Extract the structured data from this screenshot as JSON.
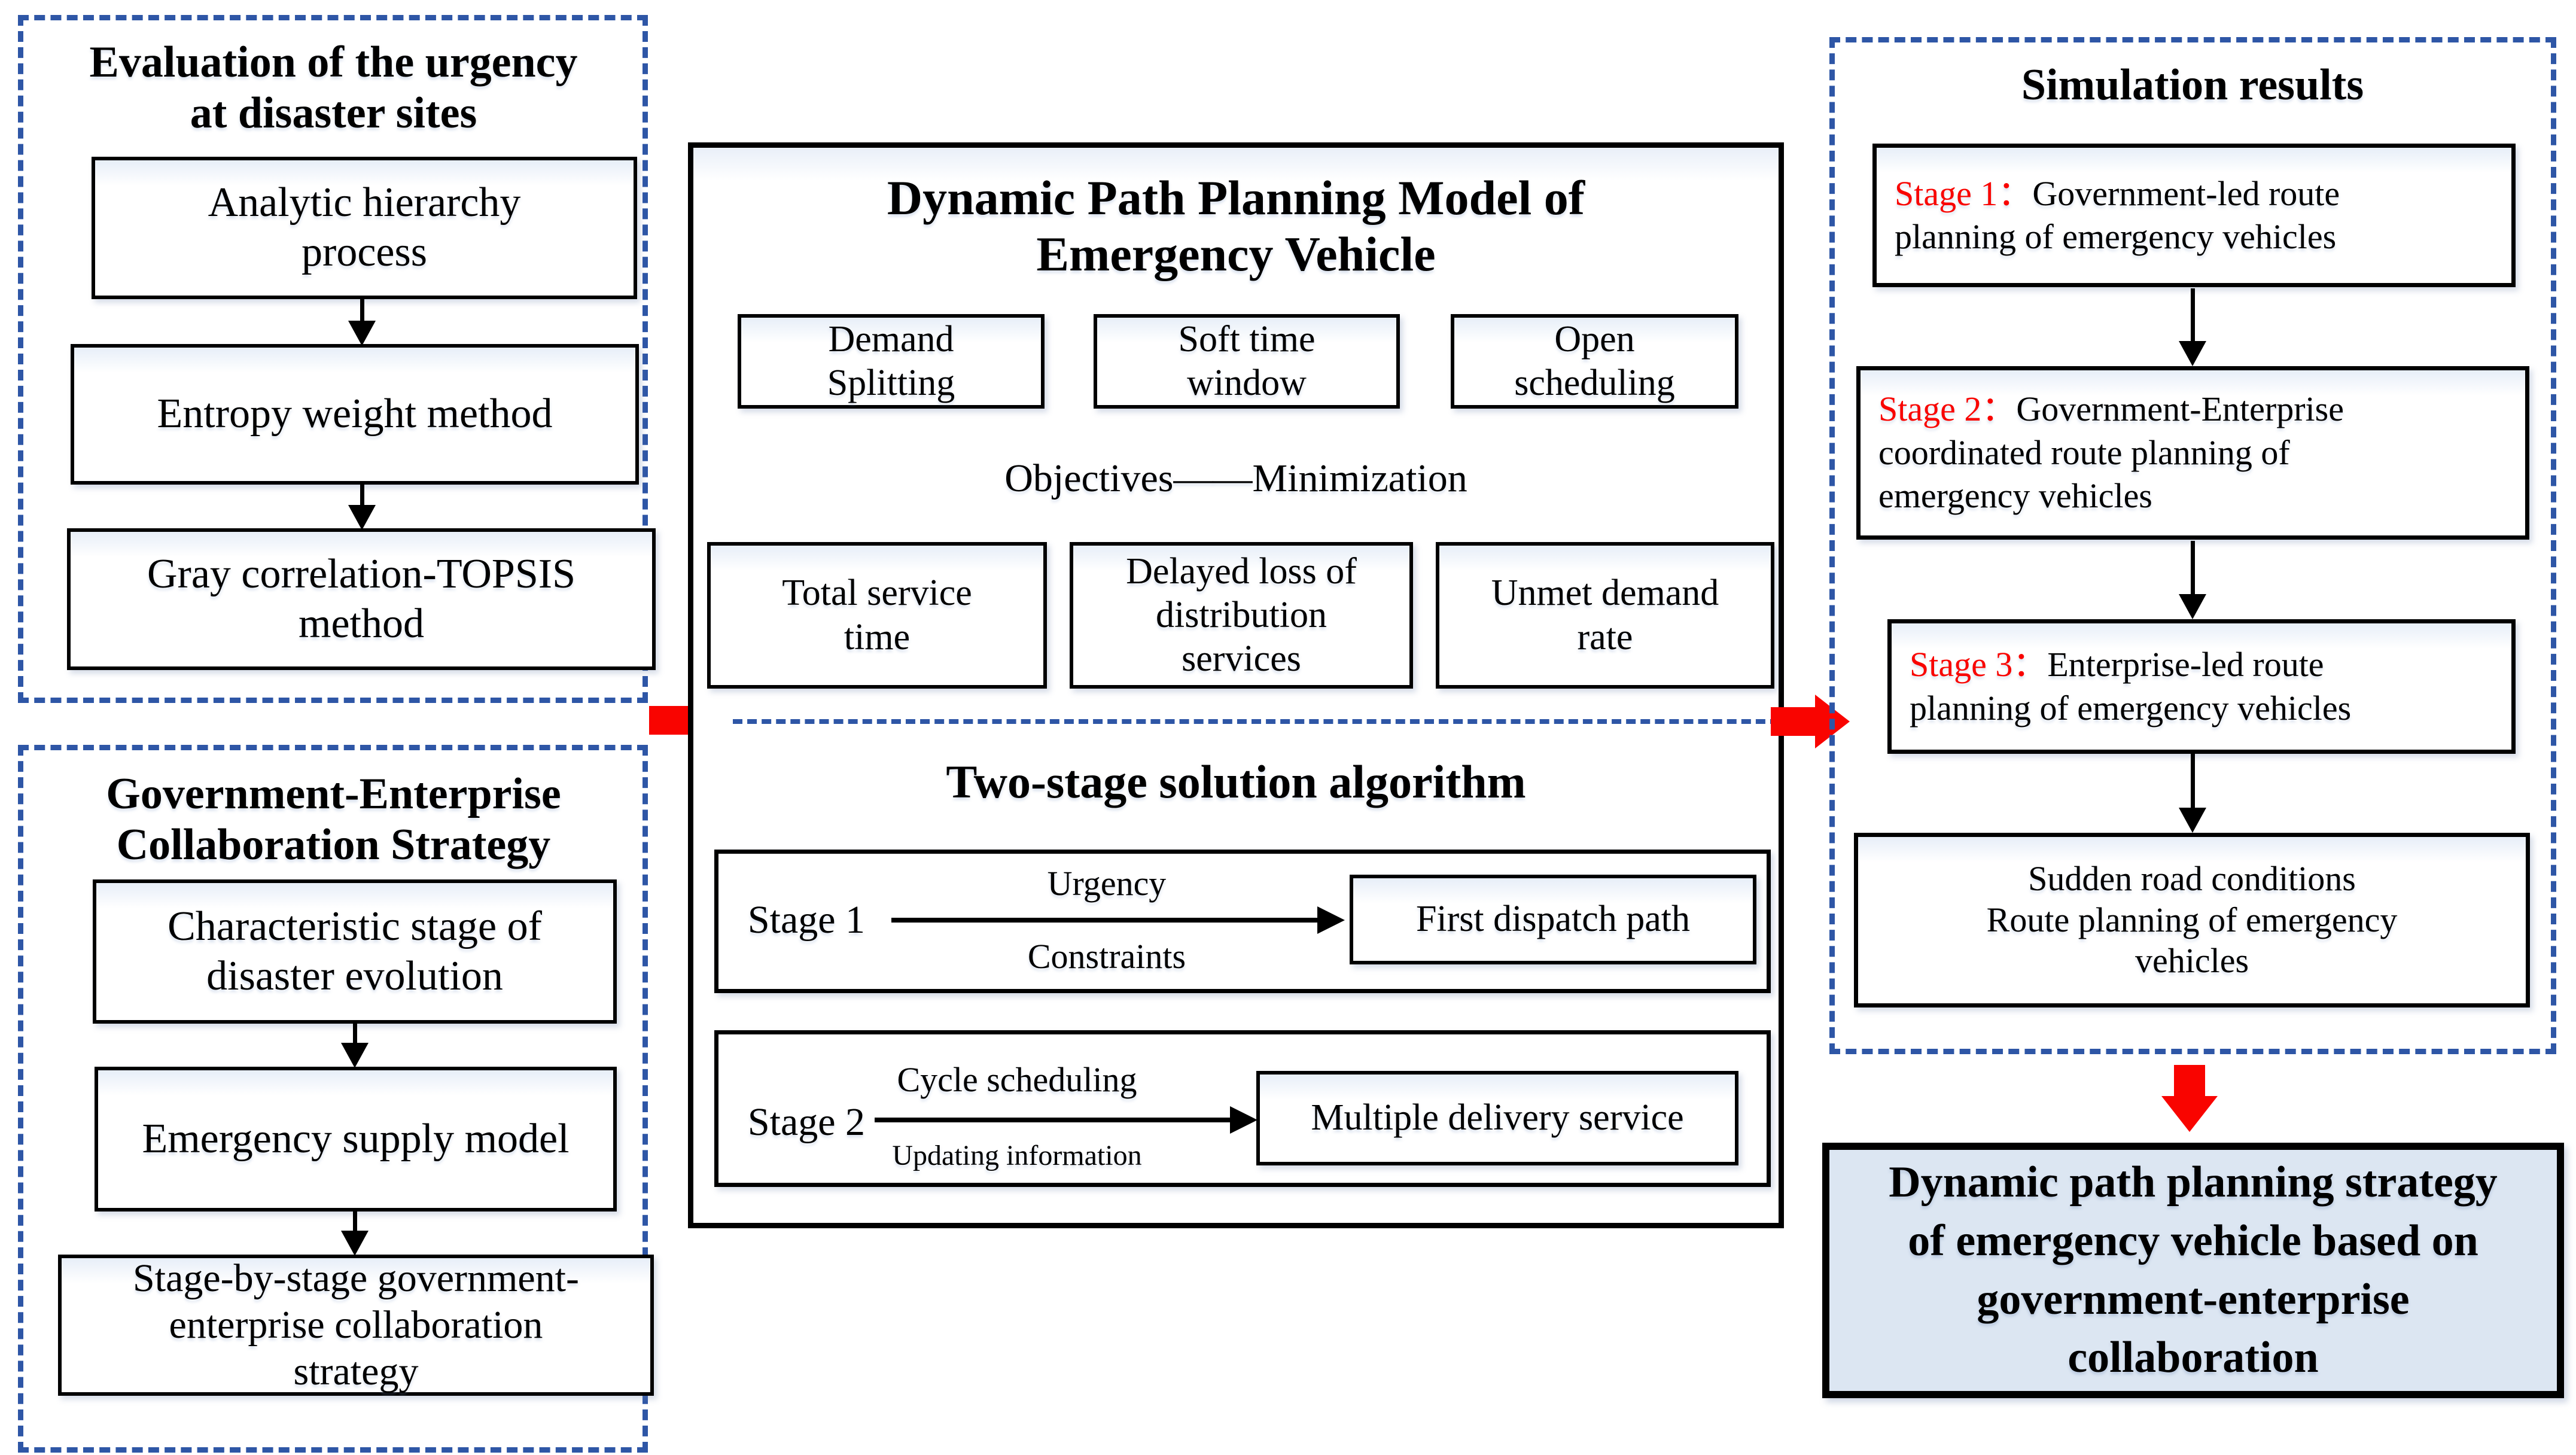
{
  "colors": {
    "dashed_border": "#2e56a6",
    "red": "#f90400",
    "conclusion_fill": "#dce6f2",
    "box_border": "#000000"
  },
  "left_top": {
    "title": "Evaluation of the urgency\nat disaster sites",
    "boxes": [
      "Analytic hierarchy\nprocess",
      "Entropy weight method",
      "Gray correlation-TOPSIS\nmethod"
    ]
  },
  "left_bottom": {
    "title": "Government-Enterprise\nCollaboration Strategy",
    "boxes": [
      "Characteristic stage of\ndisaster evolution",
      "Emergency supply model",
      "Stage-by-stage government-\nenterprise collaboration\nstrategy"
    ]
  },
  "center": {
    "model_title": "Dynamic Path Planning Model of\nEmergency Vehicle",
    "feature_boxes": [
      "Demand\nSplitting",
      "Soft time\nwindow",
      "Open\nscheduling"
    ],
    "objectives_label": "Objectives——Minimization",
    "objective_boxes": [
      "Total service\ntime",
      "Delayed loss of\ndistribution\nservices",
      "Unmet demand\nrate"
    ],
    "algorithm_title": "Two-stage solution algorithm",
    "stage1": {
      "label": "Stage 1",
      "above": "Urgency",
      "below": "Constraints",
      "result": "First dispatch path"
    },
    "stage2": {
      "label": "Stage 2",
      "above": "Cycle scheduling",
      "below": "Updating information",
      "result": "Multiple delivery service"
    }
  },
  "right": {
    "title": "Simulation results",
    "stage_boxes": [
      {
        "prefix": "Stage 1：",
        "rest": "Government-led route\nplanning of emergency vehicles"
      },
      {
        "prefix": "Stage 2：",
        "rest": "Government-Enterprise\ncoordinated route planning of\nemergency vehicles"
      },
      {
        "prefix": "Stage 3：",
        "rest": "Enterprise-led route\nplanning of emergency vehicles"
      }
    ],
    "sudden_box": "Sudden road conditions\nRoute planning of emergency\nvehicles"
  },
  "conclusion": "Dynamic path planning strategy\nof emergency vehicle based on\ngovernment-enterprise\ncollaboration"
}
